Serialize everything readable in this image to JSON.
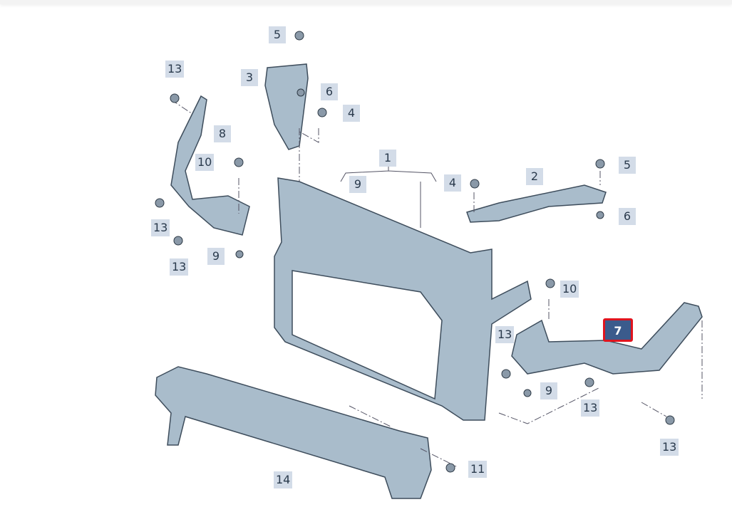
{
  "diagram": {
    "highlighted_part": "7",
    "labels": [
      "5",
      "13",
      "3",
      "6",
      "4",
      "8",
      "1",
      "9",
      "10",
      "2",
      "4",
      "5",
      "6",
      "13",
      "9",
      "13",
      "10",
      "7",
      "13",
      "9",
      "13",
      "13",
      "11",
      "14"
    ]
  },
  "colors": {
    "part_fill": "#a9bccb",
    "part_stroke": "#3e4d5c",
    "label_bg": "#d3dce8",
    "highlight_bg": "#3b5b8c",
    "highlight_border": "#e0141e"
  }
}
